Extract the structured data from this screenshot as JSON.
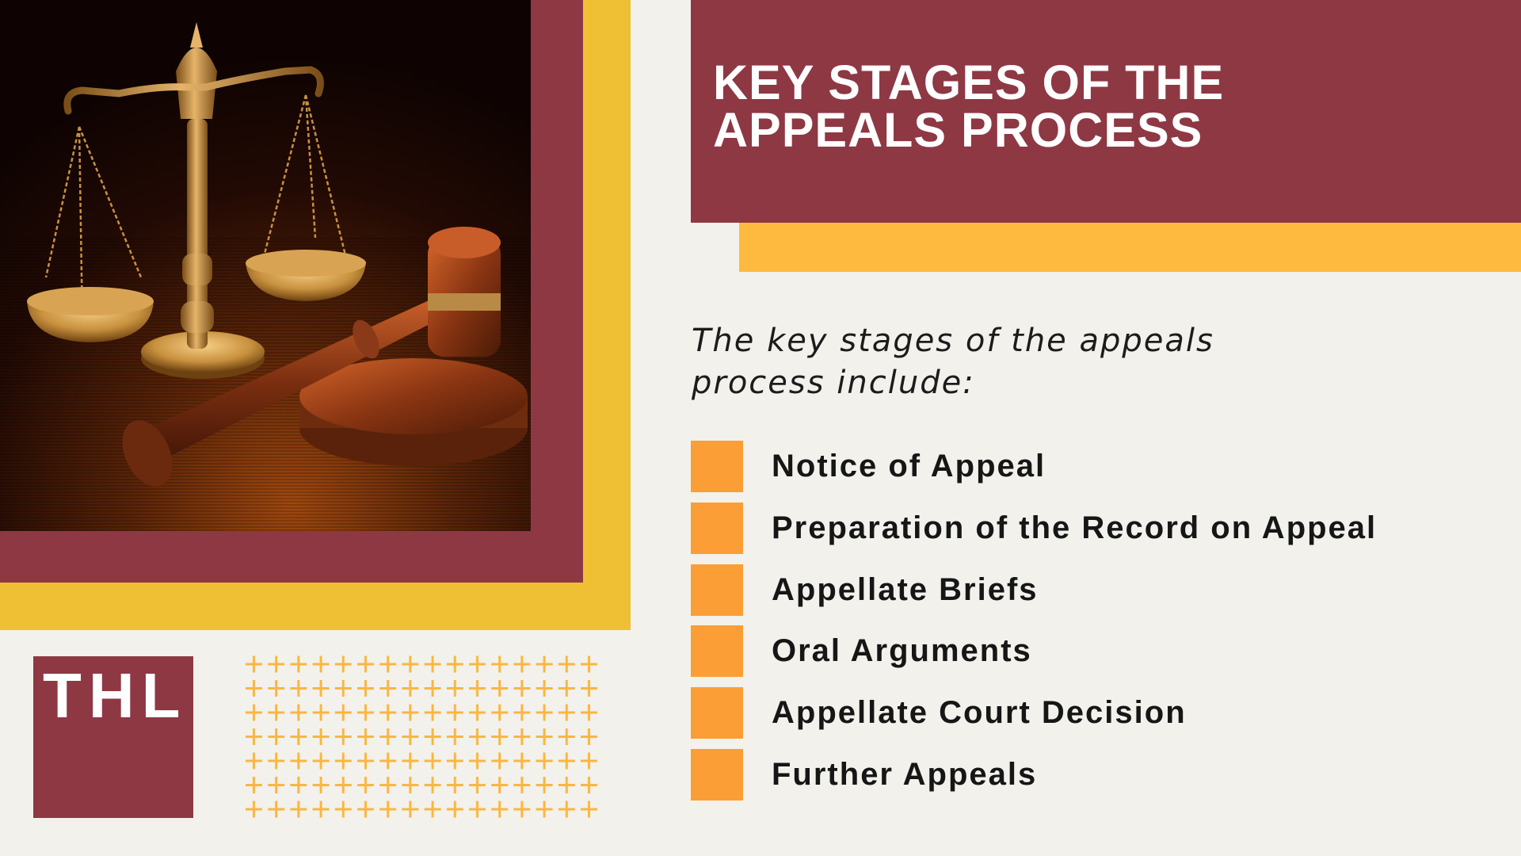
{
  "colors": {
    "maroon": "#8E3844",
    "gold_frame": "#F0C034",
    "accent_bar": "#FEBA3E",
    "stage_marker": "#FB9E35",
    "plus_pattern": "#F9B73F",
    "background": "#F3F1EC",
    "text_dark": "#161616",
    "text_light": "#FFFFFF"
  },
  "hero_image": {
    "description": "scales-of-justice-and-gavel-photo"
  },
  "header": {
    "title_line1": "KEY STAGES OF THE",
    "title_line2": "APPEALS PROCESS"
  },
  "intro": {
    "line1": "The key stages of the appeals",
    "line2": "process include:"
  },
  "stages": [
    {
      "label": "Notice of Appeal"
    },
    {
      "label": "Preparation of the Record on Appeal"
    },
    {
      "label": "Appellate Briefs"
    },
    {
      "label": "Oral Arguments"
    },
    {
      "label": "Appellate Court Decision"
    },
    {
      "label": "Further Appeals"
    }
  ],
  "logo": {
    "text": "THL"
  },
  "decoration": {
    "plus_pattern": {
      "columns": 16,
      "rows": 7,
      "glyph": "plus-icon"
    }
  }
}
